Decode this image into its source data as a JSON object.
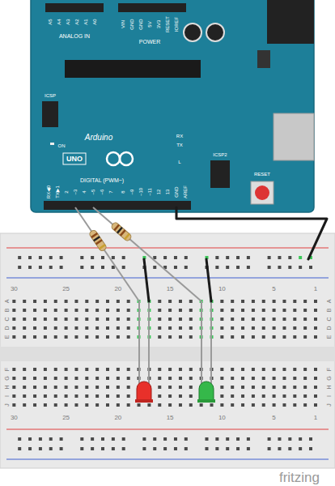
{
  "diagram": {
    "labels": [
      "A5",
      "A4",
      "A3",
      "A2",
      "A1",
      "A0",
      "ANALOG IN",
      "VIN",
      "GND",
      "GND",
      "5V",
      "3V3",
      "RESET",
      "IOREF",
      "POWER",
      "ICSP",
      "ON",
      "Arduino",
      "UNO",
      "RX",
      "TX",
      "L",
      "ICSP2",
      "RESET",
      "DIGITAL (PWM~)",
      "RX◀0",
      "TX▶1",
      "2",
      "~3",
      "4",
      "~5",
      "~6",
      "7",
      "8",
      "~9",
      "~10",
      "~11",
      "12",
      "13",
      "GND",
      "AREF",
      "30",
      "25",
      "20",
      "15",
      "10",
      "5",
      "1",
      "A",
      "B",
      "C",
      "D",
      "E",
      "F",
      "G",
      "H",
      "I",
      "J",
      "30",
      "25",
      "20",
      "15",
      "10",
      "5",
      "1",
      "A",
      "B",
      "C",
      "D",
      "E",
      "F",
      "G",
      "H",
      "I",
      "J",
      "fritzing"
    ]
  }
}
